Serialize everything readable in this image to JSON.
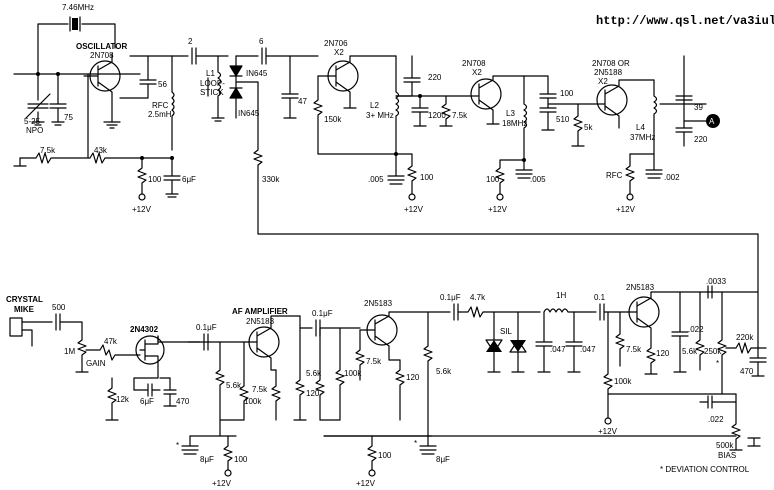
{
  "url": "http://www.qsl.net/va3iul",
  "crystal": "7.46MHz",
  "osc": {
    "title": "OSCILLATOR",
    "part": "2N708"
  },
  "c_trim": "5-25",
  "c_trim2": "NPO",
  "c_75": "75",
  "c_56": "56",
  "rfc1": "RFC",
  "rfc1v": "2.5mH",
  "r_75k": "7.5k",
  "r_43k": "43k",
  "r_100a": "100",
  "v12_1": "+12V",
  "c_6uf1": "6μF",
  "c_2": "2",
  "c_6": "6",
  "l1a": "L1",
  "l1b": "LOOP-",
  "l1c": "STICK",
  "d_top": "IN645",
  "d_bot": "IN645",
  "r_330k": "330k",
  "c_47": "47",
  "q2": {
    "part": "2N706",
    "mult": "X2"
  },
  "r_150k": "150k",
  "l2a": "L2",
  "l2b": "3+ MHz",
  "c_220": "220",
  "c_005a": ".005",
  "r_100b": "100",
  "v12_2": "+12V",
  "q3": {
    "part": "2N708",
    "mult": "X2"
  },
  "c_1200": "1200",
  "r_75k2": "7.5k",
  "l3a": "L3",
  "l3b": "18MHz",
  "r_100c": "100",
  "c_005b": ".005",
  "v12_3": "+12V",
  "c_100": "100",
  "c_510": "510",
  "r_5k": "5k",
  "q4": {
    "part": "2N708 OR",
    "part2": "2N5188",
    "mult": "X2"
  },
  "l4a": "L4",
  "l4b": "37MHz",
  "c_39": "39",
  "c_220b": "220",
  "out": "A",
  "rfc2": "RFC",
  "c_002": ".002",
  "v12_4": "+12V",
  "mike1": "CRYSTAL",
  "mike2": "MIKE",
  "c_500": "500",
  "pot_1m": "1M",
  "gain": "GAIN",
  "r_47k": "47k",
  "q5": {
    "part": "2N4302"
  },
  "r_12k": "12k",
  "c_6uf2": "6μF",
  "c_470a": "470",
  "af": {
    "title": "AF AMPLIFIER",
    "part": "2N5183"
  },
  "c_01a": "0.1μF",
  "r_56ka": "5.6k",
  "r_100ka": "100k",
  "r_75ka": "7.5k",
  "r_120a": "120",
  "c_8uf1": "8μF",
  "r_100d": "100",
  "v12_5": "+12V",
  "q7": {
    "part": "2N5183"
  },
  "c_01b": "0.1μF",
  "r_56kb": "5.6k",
  "r_100kb": "100k",
  "r_75kb": "7.5k",
  "r_120b": "120",
  "r_100e": "100",
  "v12_6": "+12V",
  "r_56kc": "5.6k",
  "c_8uf2": "8μF",
  "c_01c": "0.1μF",
  "r_47kb": "4.7k",
  "d_si": "SIL",
  "l_1h": "1H",
  "c_047a": ".047",
  "c_047b": ".047",
  "c_01d": "0.1",
  "r_100kc": "100k",
  "v12_7": "+12V",
  "q9": {
    "part": "2N5183"
  },
  "r_75kc": "7.5k",
  "r_120c": "120",
  "c_022a": ".022",
  "r_56kd": "5.6k",
  "r_250k": "250k",
  "c_0033": ".0033",
  "r_220k": "220k",
  "c_470b": "470",
  "c_022b": ".022",
  "r_500k": "500k",
  "bias": "BIAS",
  "note": "* DEVIATION CONTROL",
  "star": "*"
}
